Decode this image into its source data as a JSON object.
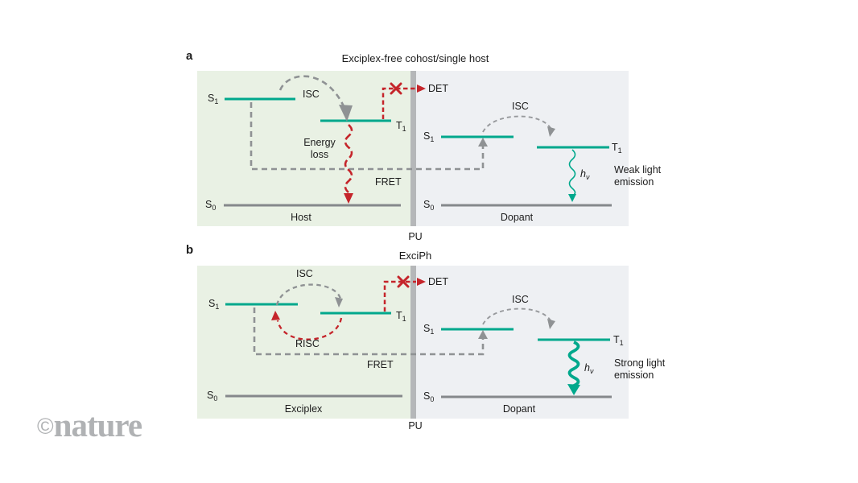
{
  "colors": {
    "teal": "#00a88c",
    "red": "#c5252b",
    "dash_gray": "#8f9294",
    "level_gray": "#85888b",
    "bar_gray": "#b5b7b9",
    "host_bg": "#e9f1e4",
    "dopant_bg": "#eef0f3",
    "text": "#1c1c1c",
    "logo_gray": "#b0b2b4"
  },
  "panel_a": {
    "label": "a",
    "title": "Exciplex-free cohost/single host",
    "pu": "PU",
    "host": {
      "name": "Host",
      "s1": {
        "base": "S",
        "sub": "1"
      },
      "t1": {
        "base": "T",
        "sub": "1"
      },
      "s0": {
        "base": "S",
        "sub": "0"
      },
      "isc": "ISC",
      "energy_loss": "Energy\nloss",
      "det": "DET",
      "fret": "FRET"
    },
    "dopant": {
      "name": "Dopant",
      "s1": {
        "base": "S",
        "sub": "1"
      },
      "t1": {
        "base": "T",
        "sub": "1"
      },
      "s0": {
        "base": "S",
        "sub": "0"
      },
      "isc": "ISC",
      "hv": {
        "base": "h",
        "sub": "ν"
      },
      "emission": "Weak light\nemission"
    }
  },
  "panel_b": {
    "label": "b",
    "title": "ExciPh",
    "pu": "PU",
    "exciplex": {
      "name": "Exciplex",
      "s1": {
        "base": "S",
        "sub": "1"
      },
      "t1": {
        "base": "T",
        "sub": "1"
      },
      "s0": {
        "base": "S",
        "sub": "0"
      },
      "isc": "ISC",
      "risc": "RISC",
      "det": "DET",
      "fret": "FRET"
    },
    "dopant": {
      "name": "Dopant",
      "s1": {
        "base": "S",
        "sub": "1"
      },
      "t1": {
        "base": "T",
        "sub": "1"
      },
      "s0": {
        "base": "S",
        "sub": "0"
      },
      "isc": "ISC",
      "hv": {
        "base": "h",
        "sub": "ν"
      },
      "emission": "Strong light\nemission"
    }
  },
  "logo": {
    "copyright": "©",
    "brand": "nature"
  }
}
